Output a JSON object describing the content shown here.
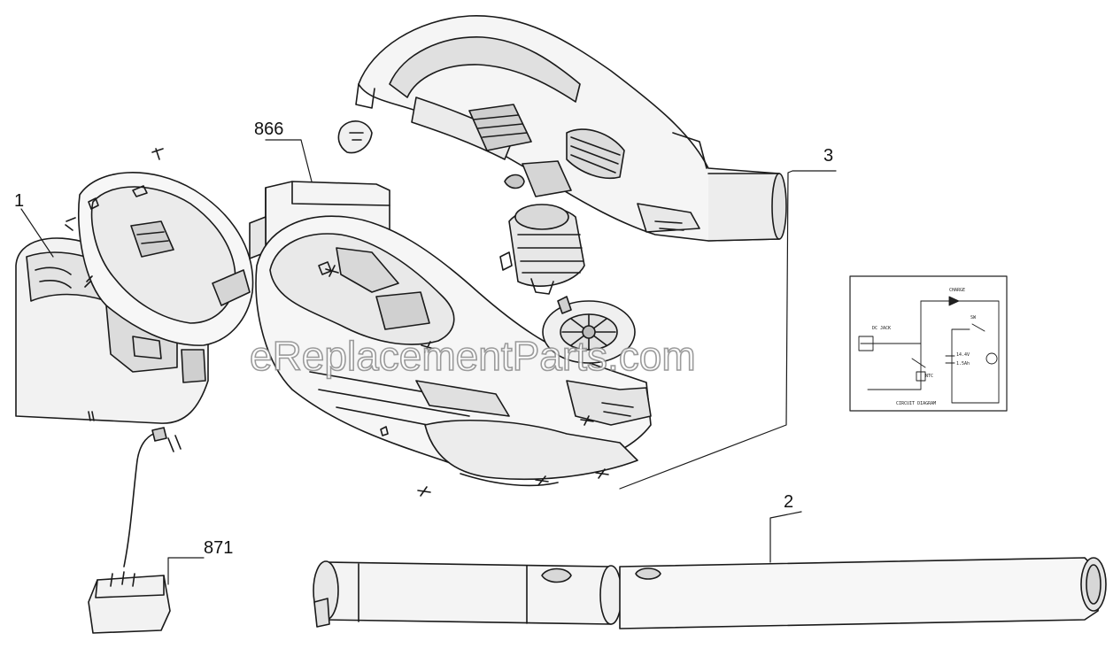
{
  "watermark": "eReplacementParts.com",
  "callouts": {
    "c1": "1",
    "c2": "2",
    "c3": "3",
    "c866": "866",
    "c871": "871"
  },
  "schematic": {
    "title": "CIRCUIT DIAGRAM",
    "labels": {
      "charge": "CHARGE",
      "sw": "SW",
      "dc_jack": "DC JACK",
      "ntc": "NTC",
      "battery_a": "14.4V",
      "battery_b": "1.5Ah"
    }
  }
}
